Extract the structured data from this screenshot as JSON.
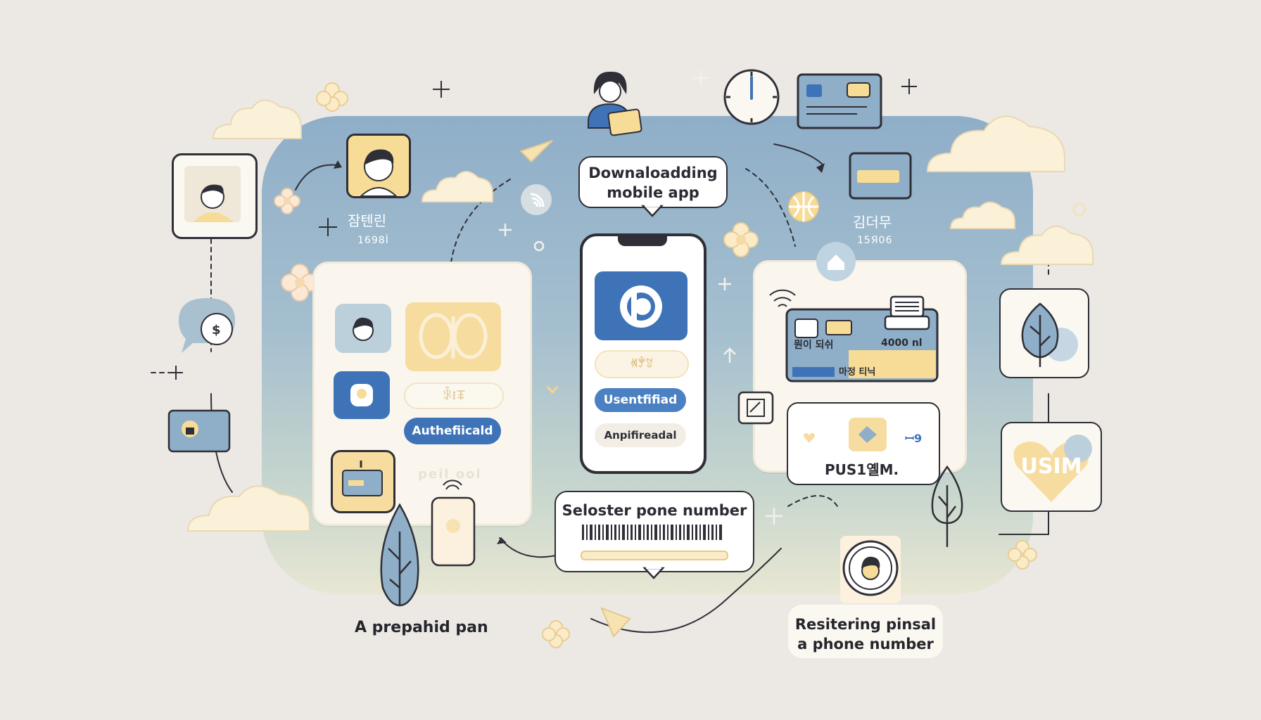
{
  "bubbles": {
    "download": "Downaloadding\nmobile app",
    "select": "Seloster pone number"
  },
  "left_profile": {
    "name_ko": "잠텐린",
    "number": "1698Ì"
  },
  "right_profile": {
    "name_ko": "김더무",
    "number": "15Я06"
  },
  "left_panel": {
    "empty_label": "ꂩ⁝ꔊ",
    "auth_button": "Authefiicald",
    "footer_text": "peil  ool"
  },
  "phone": {
    "field_label": "ꄊꂕꃔ",
    "button_primary": "Usentfifiad",
    "button_secondary": "Anpifireadal"
  },
  "right_panel": {
    "card_line1": "뭔이  되쉬",
    "card_line2": "4000 nl",
    "card_strip": "마정 티닉",
    "sim_text": "PUS1옐M.",
    "sim_side": "ꟷ9"
  },
  "usim_card": {
    "label": "USIM"
  },
  "captions": {
    "prepaid": "A prepahid pan",
    "register": "Resitering pinsal\na phone number"
  },
  "colors": {
    "blue": "#3E73B8",
    "cream": "#F7E2B2",
    "background": "#ECE8E4"
  }
}
